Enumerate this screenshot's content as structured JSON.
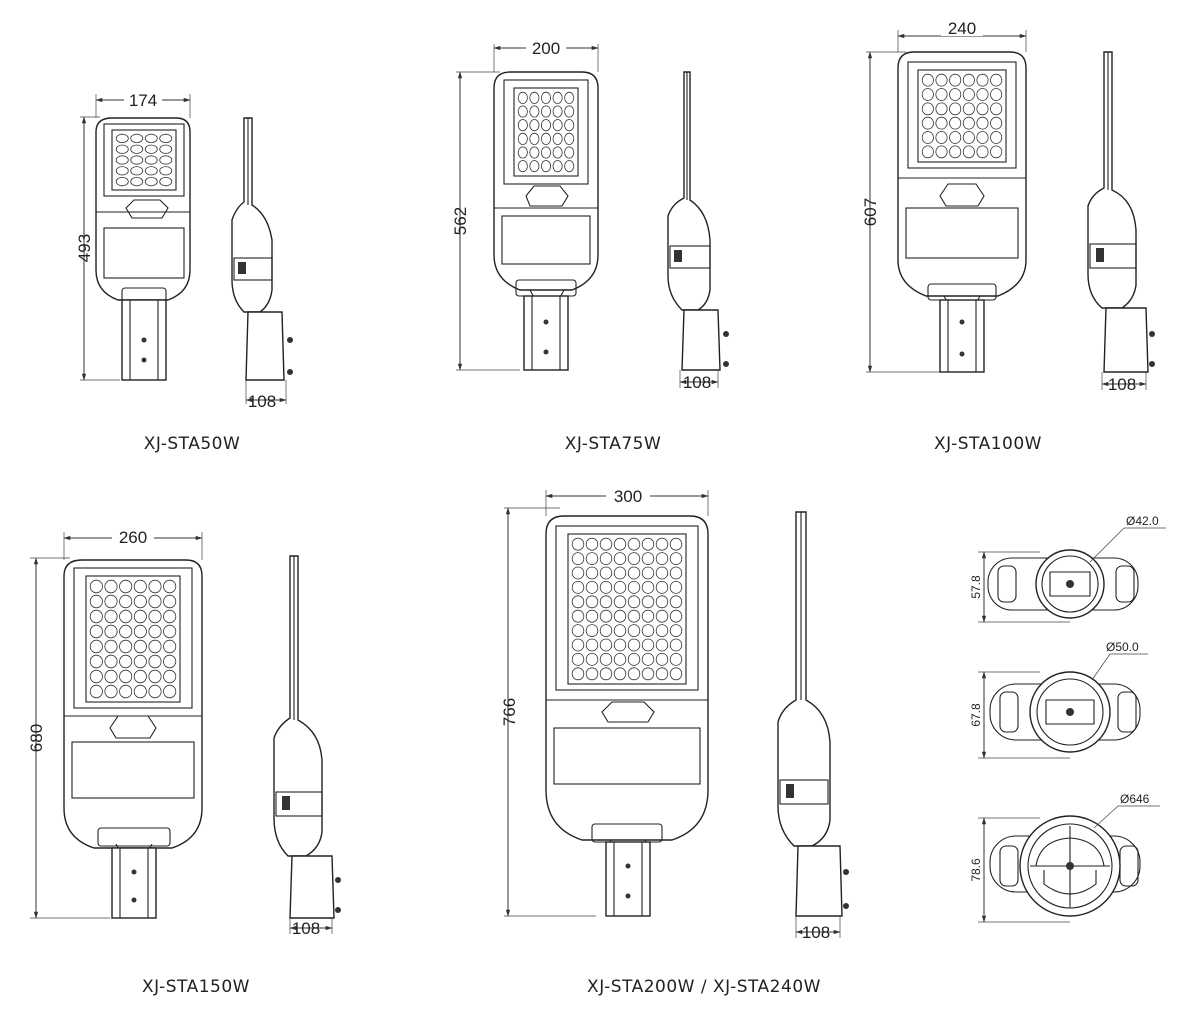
{
  "models": [
    {
      "caption": "XJ-STA50W",
      "width": "174",
      "height": "493",
      "side_width": "108",
      "led_cols": 4,
      "led_rows": 5
    },
    {
      "caption": "XJ-STA75W",
      "width": "200",
      "height": "562",
      "side_width": "108",
      "led_cols": 5,
      "led_rows": 6
    },
    {
      "caption": "XJ-STA100W",
      "width": "240",
      "height": "607",
      "side_width": "108",
      "led_cols": 6,
      "led_rows": 6
    },
    {
      "caption": "XJ-STA150W",
      "width": "260",
      "height": "680",
      "side_width": "108",
      "led_cols": 6,
      "led_rows": 8
    },
    {
      "caption": "XJ-STA200W / XJ-STA240W",
      "width": "300",
      "height": "766",
      "side_width": "108",
      "led_cols": 8,
      "led_rows": 10
    }
  ],
  "mounts": [
    {
      "diameter": "Ø42.0",
      "height": "57.8"
    },
    {
      "diameter": "Ø50.0",
      "height": "67.8"
    },
    {
      "diameter": "Ø646",
      "height": "78.6"
    }
  ],
  "colors": {
    "line": "#222222",
    "background": "#ffffff"
  }
}
